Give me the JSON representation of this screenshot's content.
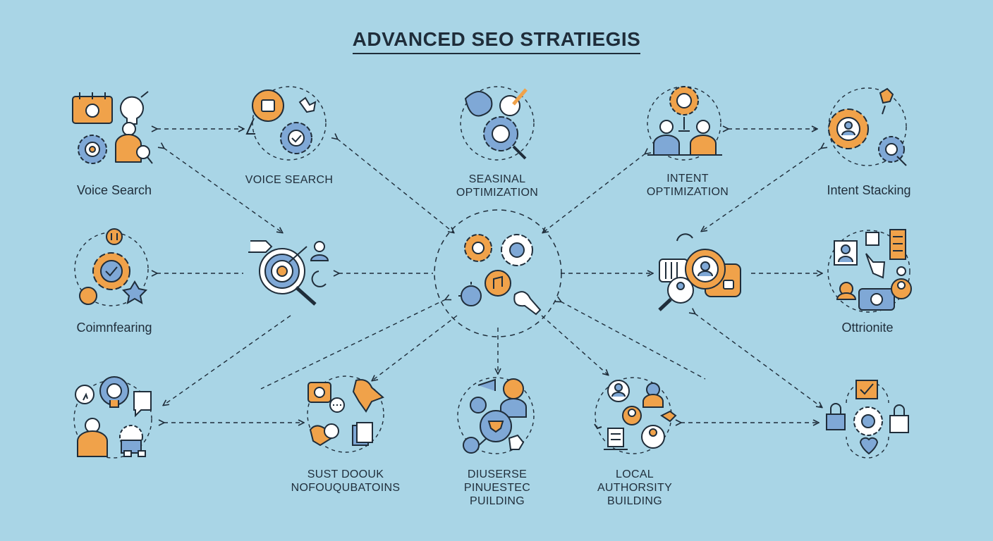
{
  "title": "ADVANCED SEO STRATIEGIS",
  "colors": {
    "background": "#a9d5e6",
    "outline": "#1f2d3a",
    "orange": "#f0a24a",
    "blue": "#7fa8d6",
    "white": "#ffffff"
  },
  "nodes": {
    "top_1": {
      "label": "Voice Search",
      "icon": "calendar-gear-lightbulb-person-icon"
    },
    "top_2": {
      "label": "VOICE SEARCH",
      "icon": "voice-gear-icon"
    },
    "top_3": {
      "label": "SEASINAL\nOPTIMIZATION",
      "icon": "seasonal-gear-magnifier-icon"
    },
    "top_4": {
      "label": "INTENT\nOPTIMIZATION",
      "icon": "intent-people-gear-icon"
    },
    "top_5": {
      "label": "Intent Stacking",
      "icon": "gear-person-icon"
    },
    "mid_1": {
      "label": "Coimnfearing",
      "icon": "gear-check-icon"
    },
    "mid_2": {
      "label": "",
      "icon": "target-magnifier-icon"
    },
    "center": {
      "label": "",
      "icon": "central-hub-gears-icon"
    },
    "mid_4": {
      "label": "",
      "icon": "magnifier-profile-icon"
    },
    "mid_5": {
      "label": "Ottrionite",
      "icon": "profile-wallet-icon"
    },
    "bot_1": {
      "label": "",
      "icon": "chat-person-gear-icon"
    },
    "bot_2": {
      "label": "SUST DOOUK\nNOFOUQUBATOINS",
      "icon": "speech-bubbles-icon"
    },
    "bot_3": {
      "label": "DIUSERSE\nPINUESTEC\nPUILDING",
      "icon": "person-shield-icon"
    },
    "bot_4": {
      "label": "LOCAL\nAUTHORSITY\nBUILDING",
      "icon": "local-people-icon"
    },
    "bot_5": {
      "label": "",
      "icon": "lock-gear-heart-icon"
    }
  }
}
